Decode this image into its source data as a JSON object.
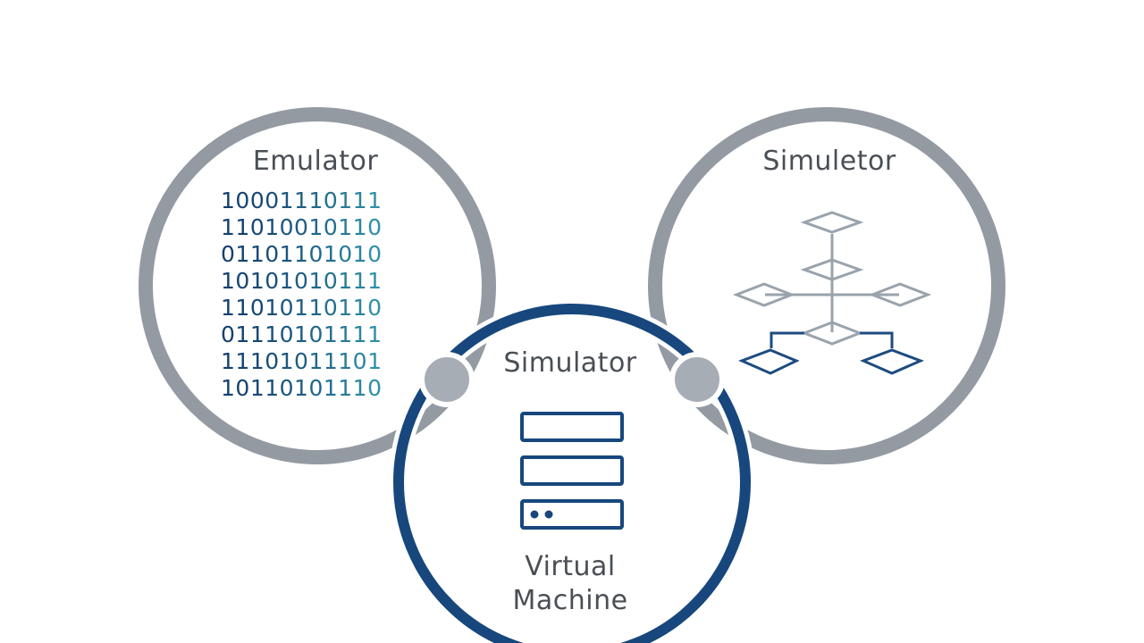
{
  "emulator": {
    "title": "Emulator",
    "binary_rows": [
      "10001110111",
      "11010010110",
      "01101101010",
      "10101010111",
      "11010110110",
      "01110101111",
      "11101011101",
      "10110101110"
    ]
  },
  "simuletor": {
    "title": "Simuletor"
  },
  "simulator": {
    "title": "Simulator",
    "caption_line1": "Virtual",
    "caption_line2": "Machine"
  },
  "colors": {
    "gray_ring": "#939aa2",
    "navy_ring": "#17477c",
    "digit_dark": "#14406e",
    "digit_light": "#2f8fa6",
    "diamond_gray": "#9aa3ab",
    "diamond_navy": "#1d4b80",
    "text": "#4a4f56"
  },
  "icons": [
    "binary-digits-icon",
    "flowchart-diamonds-icon",
    "server-rack-icon",
    "connector-dot-icon"
  ]
}
